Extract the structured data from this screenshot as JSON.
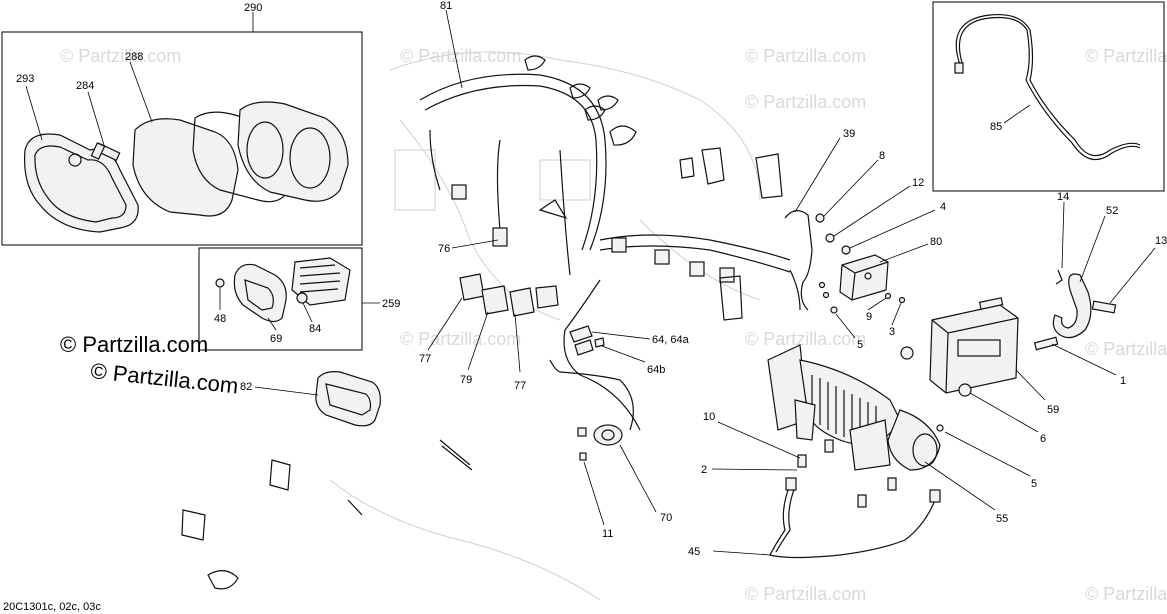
{
  "watermark": {
    "text": "© Partzilla.com"
  },
  "footer": {
    "drawing_code": "20C1301c, 02c, 03c"
  },
  "labels": {
    "290": "290",
    "293": "293",
    "284": "284",
    "288": "288",
    "259": "259",
    "48": "48",
    "69": "69",
    "84": "84",
    "82": "82",
    "81": "81",
    "76": "76",
    "77a": "77",
    "79": "79",
    "77b": "77",
    "64_64a": "64, 64a",
    "64b": "64b",
    "70": "70",
    "11": "11",
    "39": "39",
    "8": "8",
    "12": "12",
    "4": "4",
    "80": "80",
    "5a": "5",
    "9": "9",
    "3": "3",
    "85": "85",
    "14": "14",
    "52": "52",
    "13": "13",
    "1": "1",
    "59": "59",
    "6": "6",
    "10": "10",
    "2": "2",
    "5b": "5",
    "55": "55",
    "45": "45"
  }
}
